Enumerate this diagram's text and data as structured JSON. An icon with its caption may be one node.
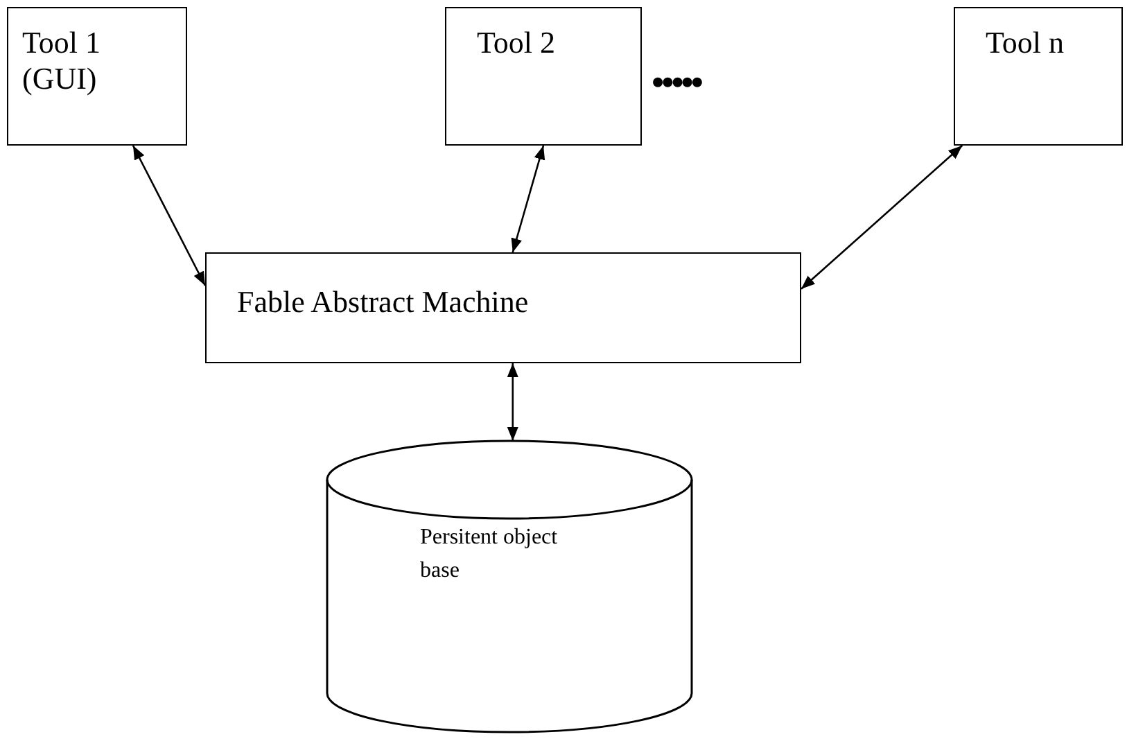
{
  "diagram": {
    "nodes": [
      {
        "text": [
          "Tool 1 (GUI)"
        ]
      },
      {
        "text": [
          "Tool 2"
        ]
      },
      {
        "text": [
          "Tool n"
        ]
      },
      {
        "text": [
          "Fable Abstract Machine"
        ]
      },
      {
        "text": [
          "Persitent object base"
        ]
      }
    ],
    "edges": [
      {
        "from": 0,
        "to": 3,
        "arrow": "both"
      },
      {
        "from": 1,
        "to": 3,
        "arrow": "both"
      },
      {
        "from": 2,
        "to": 3,
        "arrow": "both"
      },
      {
        "from": 3,
        "to": 4,
        "arrow": "both"
      }
    ],
    "labels": [
      "•••••"
    ]
  }
}
